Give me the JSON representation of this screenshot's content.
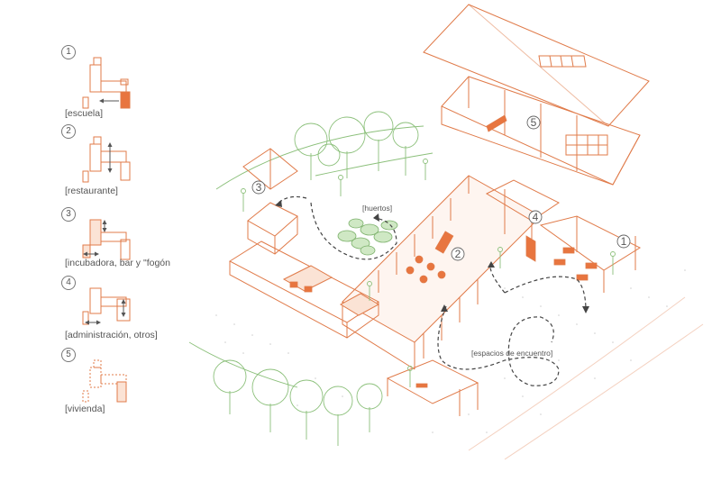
{
  "legend": [
    {
      "number": "1",
      "label": "[escuela]"
    },
    {
      "number": "2",
      "label": "[restaurante]"
    },
    {
      "number": "3",
      "label": "[incubadora, bar y \"fogón"
    },
    {
      "number": "4",
      "label": "[administración, otros]"
    },
    {
      "number": "5",
      "label": "[vivienda]"
    }
  ],
  "diagram": {
    "markers": [
      "1",
      "2",
      "3",
      "4",
      "5"
    ],
    "labels": {
      "huertos": "[huertos]",
      "encuentro": "[espacios de encuentro]"
    }
  },
  "colors": {
    "building_line": "#e07b4a",
    "highlight_fill": "#e8753f",
    "vegetation": "#8cc07b",
    "path": "#444444"
  }
}
